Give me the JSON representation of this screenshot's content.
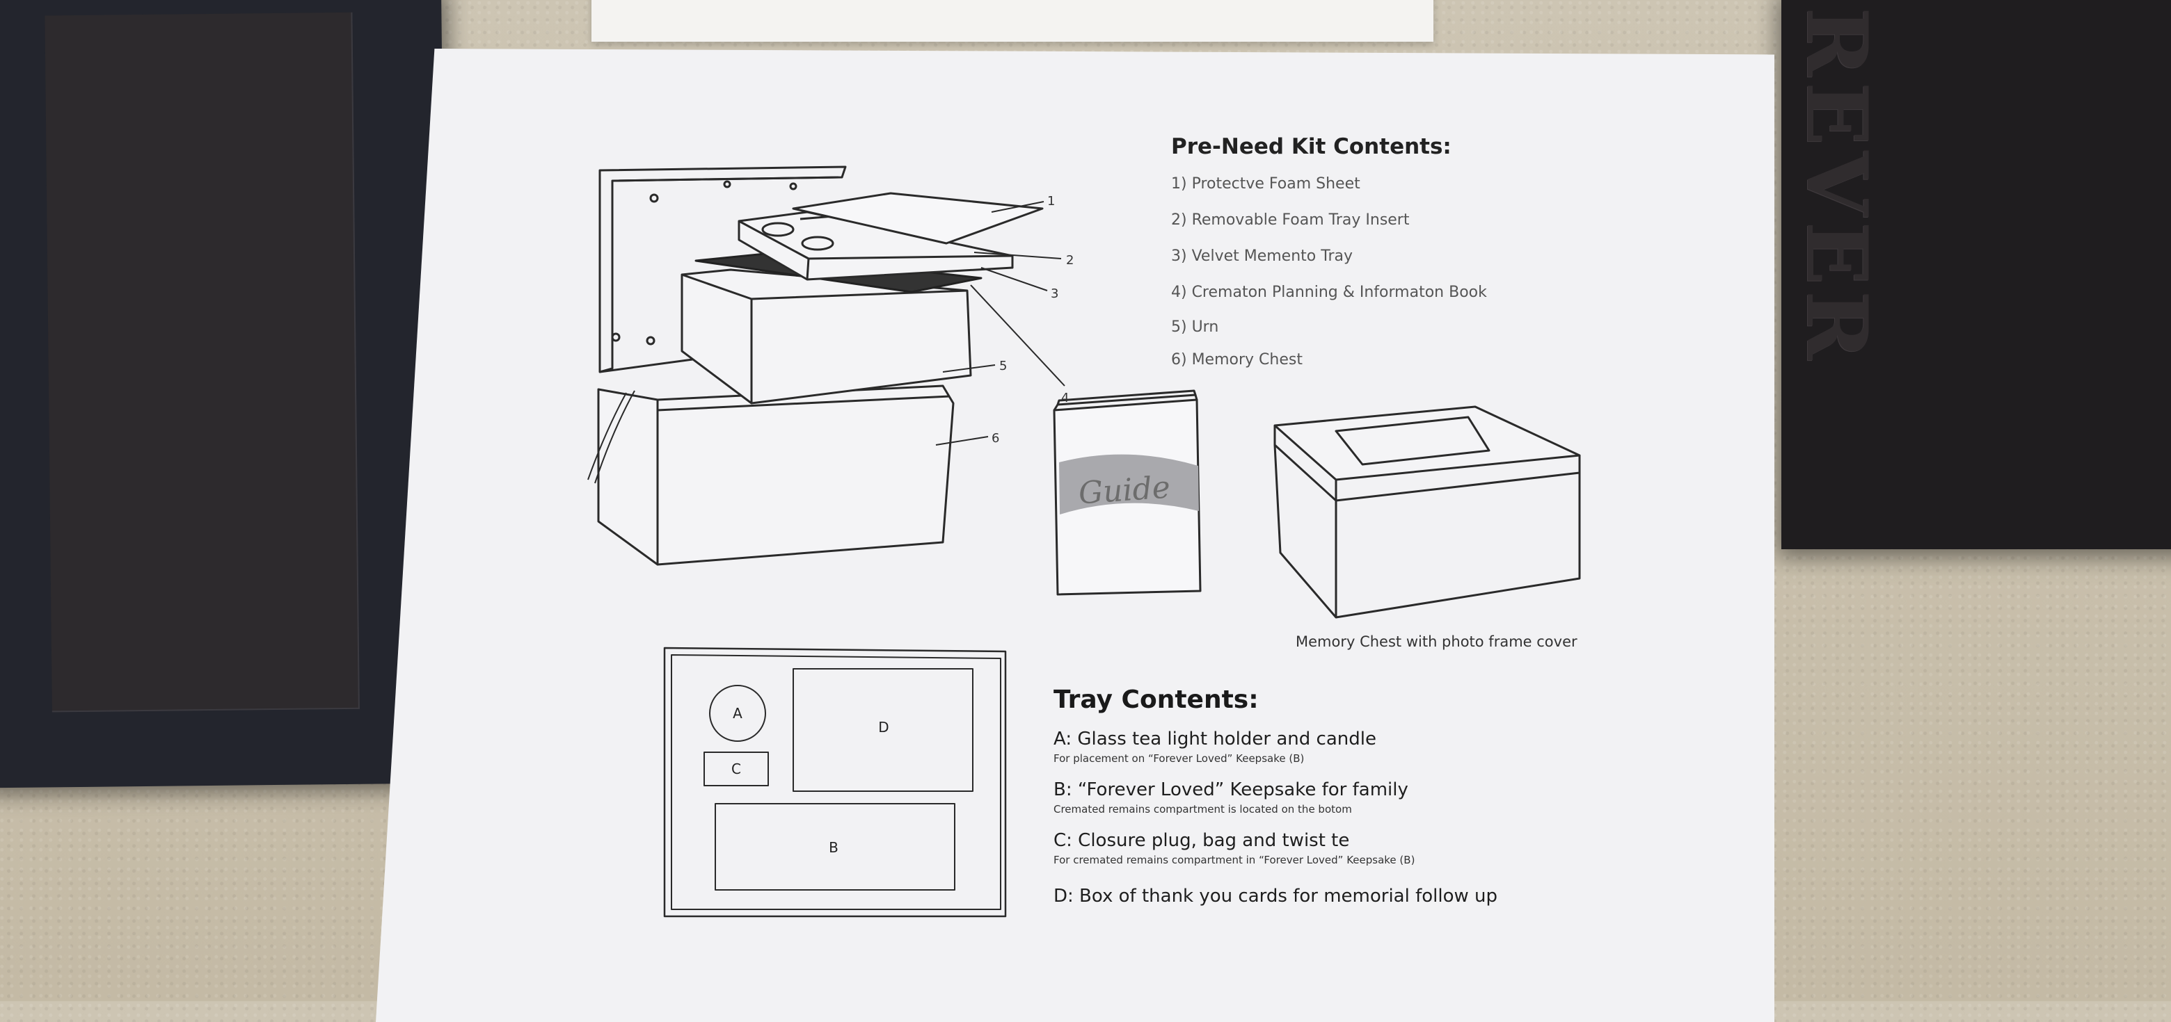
{
  "kit": {
    "title": "Pre-Need Kit Contents:",
    "items": [
      "1)  Protectve Foam Sheet",
      "2)  Removable Foam Tray Insert",
      "3)  Velvet Memento Tray",
      "4)  Crematon Planning & Informaton Book",
      "5)  Urn",
      "6)  Memory Chest"
    ]
  },
  "exploded_labels": [
    "1",
    "2",
    "3",
    "4",
    "5",
    "6"
  ],
  "guide_book_text": "Guide",
  "chest_caption": "Memory Chest with photo frame cover",
  "tray_diagram_labels": {
    "a": "A",
    "b": "B",
    "c": "C",
    "d": "D"
  },
  "tray": {
    "title": "Tray Contents:",
    "items": [
      {
        "main": "A:  Glass tea light holder and candle",
        "sub": "For placement on “Forever Loved” Keepsake (B)"
      },
      {
        "main": "B: “Forever Loved” Keepsake for family",
        "sub": "Cremated remains compartment is located on the botom"
      },
      {
        "main": "C: Closure plug, bag and twist te",
        "sub": "For cremated remains compartment in “Forever Loved” Keepsake (B)"
      },
      {
        "main": "D: Box of thank you cards for memorial follow up",
        "sub": ""
      }
    ]
  },
  "embossed_lid_text": "REVER"
}
